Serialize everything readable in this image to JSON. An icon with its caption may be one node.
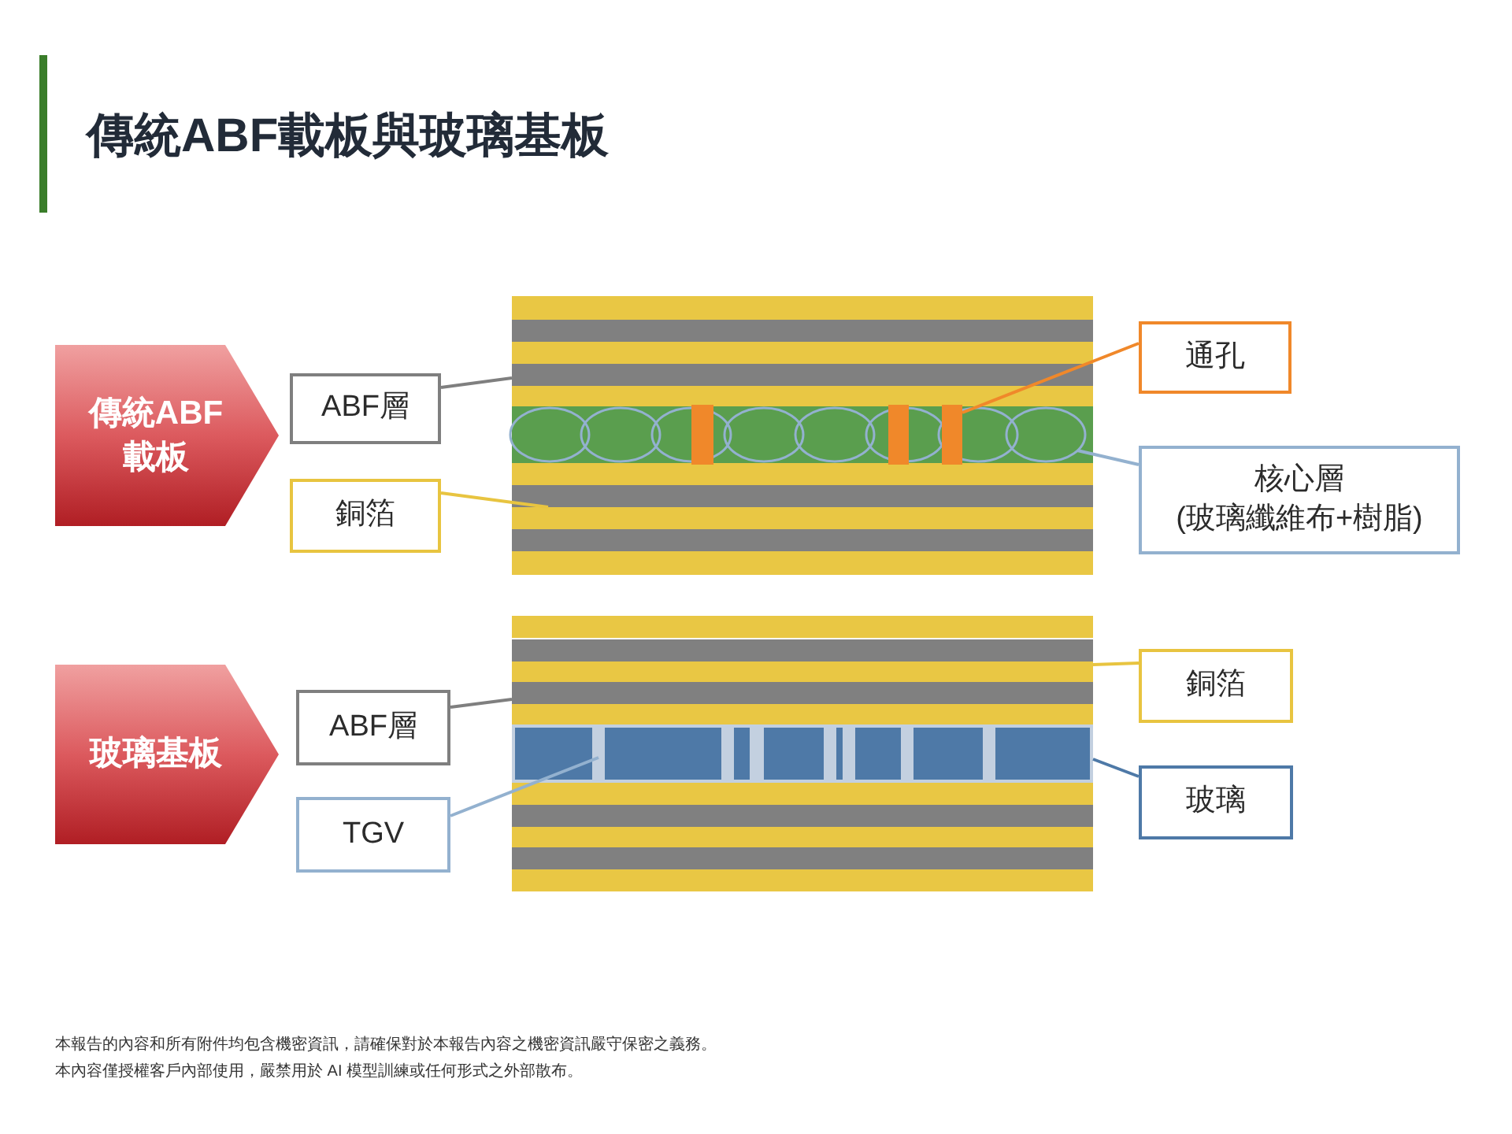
{
  "diagram": {
    "title": "傳統ABF載板與玻璃基板",
    "nodes": [
      {
        "text": [
          "傳統ABF載板"
        ]
      },
      {
        "text": [
          "ABF層"
        ]
      },
      {
        "text": [
          "銅箔"
        ]
      },
      {
        "text": [
          "通孔"
        ]
      },
      {
        "text": [
          "核心層",
          "(玻璃纖維布+樹脂)"
        ]
      },
      {
        "text": [
          "玻璃基板"
        ]
      },
      {
        "text": [
          "ABF層"
        ]
      },
      {
        "text": [
          "TGV"
        ]
      },
      {
        "text": [
          "銅箔"
        ]
      },
      {
        "text": [
          "玻璃"
        ]
      },
      {
        "text": [],
        "shape": "picture"
      },
      {
        "text": [],
        "shape": "picture"
      }
    ],
    "edges": [
      {
        "from": 1,
        "to": 10,
        "arrow": "none",
        "color": "#7f7f7f"
      },
      {
        "from": 2,
        "to": 10,
        "arrow": "none",
        "color": "#e8c440"
      },
      {
        "from": 3,
        "to": 10,
        "arrow": "none",
        "color": "#f0882a"
      },
      {
        "from": 4,
        "to": 10,
        "arrow": "none",
        "color": "#93b1cf"
      },
      {
        "from": 6,
        "to": 11,
        "arrow": "none",
        "color": "#7f7f7f"
      },
      {
        "from": 7,
        "to": 11,
        "arrow": "none",
        "color": "#93b1cf"
      },
      {
        "from": 8,
        "to": 11,
        "arrow": "none",
        "color": "#e8c440"
      },
      {
        "from": 9,
        "to": 11,
        "arrow": "none",
        "color": "#4e79a7"
      }
    ],
    "labels": [
      "本報告的內容和所有附件均包含機密資訊，請確保對於本報告內容之機密資訊嚴守保密之義務。",
      "本內容僅授權客戶內部使用，嚴禁用於 AI 模型訓練或任何形式之外部散布。"
    ]
  }
}
